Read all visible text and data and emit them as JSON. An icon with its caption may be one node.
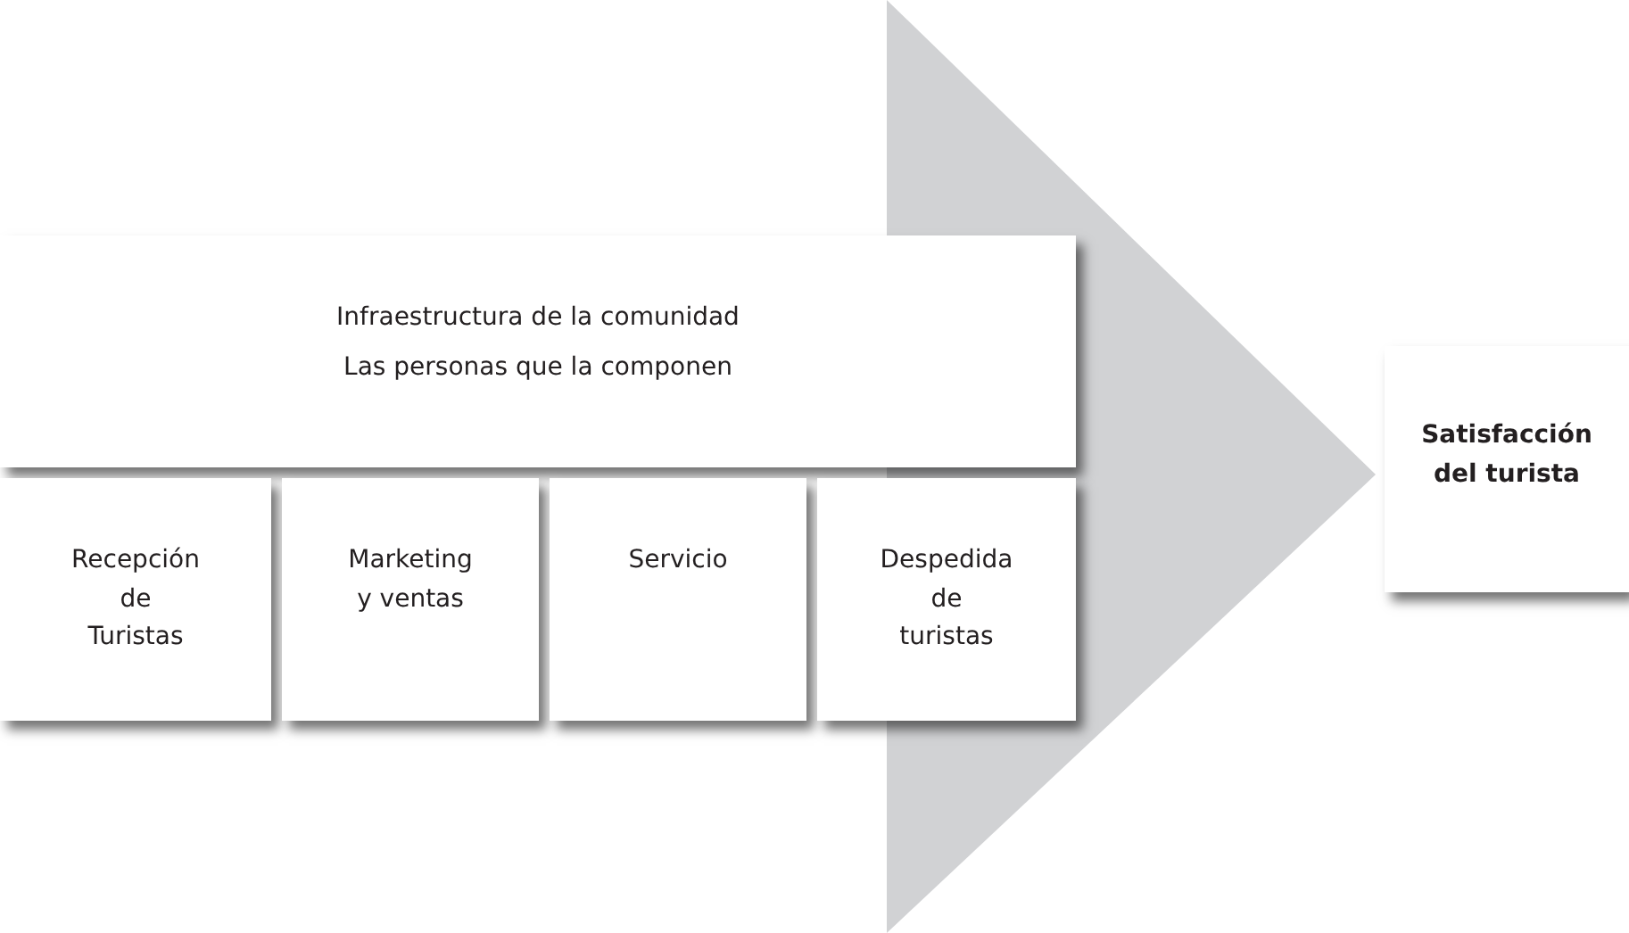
{
  "diagram": {
    "nodes": [
      {
        "text": [
          "Infraestructura de la comunidad",
          "Las personas que la componen"
        ]
      },
      {
        "text": [
          "Recepción de Turistas"
        ]
      },
      {
        "text": [
          "Marketing y ventas"
        ]
      },
      {
        "text": [
          "Servicio"
        ]
      },
      {
        "text": [
          "Despedida de turistas"
        ]
      },
      {
        "text": [
          "Satisfacción del turista"
        ]
      }
    ]
  }
}
